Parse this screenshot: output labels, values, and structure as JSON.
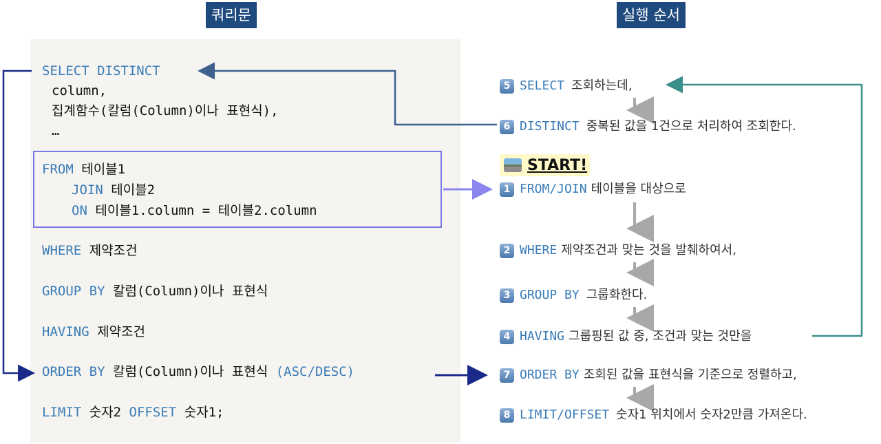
{
  "headers": {
    "left": "쿼리문",
    "right": "실행 순서"
  },
  "code": {
    "select_kw": "SELECT DISTINCT",
    "select_line2": "column,",
    "select_line3": "집계함수(칼럼(Column)이나 표현식),",
    "select_line4": "…",
    "from_kw": "FROM",
    "from_table": "테이블1",
    "join_kw": "JOIN",
    "join_table": "테이블2",
    "on_kw": "ON",
    "on_expr": "테이블1.column = 테이블2.column",
    "where_kw": "WHERE",
    "where_text": "제약조건",
    "groupby_kw": "GROUP BY",
    "groupby_text": "칼럼(Column)이나 표현식",
    "having_kw": "HAVING",
    "having_text": "제약조건",
    "orderby_kw": "ORDER BY",
    "orderby_text": "칼럼(Column)이나 표현식",
    "orderby_opt": "(ASC/DESC)",
    "limit_kw": "LIMIT",
    "limit_val": "숫자2",
    "offset_kw": "OFFSET",
    "offset_val": "숫자1;"
  },
  "start_label": "START!",
  "steps": [
    {
      "num": "5",
      "kw": "SELECT",
      "text": "조회하는데,"
    },
    {
      "num": "6",
      "kw": "DISTINCT",
      "text": "중복된 값을 1건으로 처리하여 조회한다."
    },
    {
      "num": "1",
      "kw": "FROM/JOIN",
      "text": "테이블을 대상으로"
    },
    {
      "num": "2",
      "kw": "WHERE",
      "text": "제약조건과 맞는 것을 발췌하여서,"
    },
    {
      "num": "3",
      "kw": "GROUP BY",
      "text": "그룹화한다."
    },
    {
      "num": "4",
      "kw": "HAVING",
      "text": "그룹핑된 값 중, 조건과 맞는 것만을"
    },
    {
      "num": "7",
      "kw": "ORDER BY",
      "text": "조회된 값을 표현식을 기준으로 정렬하고,"
    },
    {
      "num": "8",
      "kw": "LIMIT/OFFSET",
      "text": "숫자1 위치에서 숫자2만큼 가져온다."
    }
  ],
  "colors": {
    "header_bg": "#1f4a7d",
    "keyword": "#3a7cb8",
    "panel_bg": "#f5f4f0",
    "from_box_border": "#7b78e8",
    "arrow_navy": "#1a2a8a",
    "arrow_slate": "#3f5f8f",
    "arrow_teal": "#3a8f8a",
    "arrow_gray": "#a8a8a8",
    "start_bg": "#fff9c9"
  }
}
